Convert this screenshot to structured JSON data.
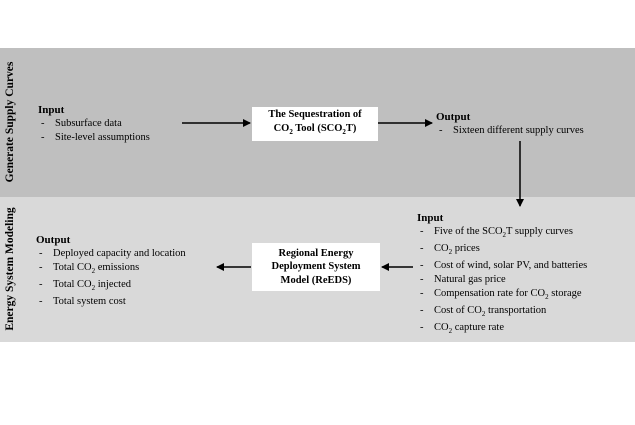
{
  "bands": {
    "top_label": "Generate Supply Curves",
    "bottom_label": "Energy System Modeling"
  },
  "top": {
    "input": {
      "heading": "Input",
      "items": [
        "Subsurface data",
        "Site-level assumptions"
      ]
    },
    "tool_box": {
      "line1": "The Sequestration of",
      "line2_pre": "CO",
      "line2_sub": "2",
      "line2_post": " Tool (SCO",
      "line2_sub2": "2",
      "line2_end": "T)"
    },
    "output": {
      "heading": "Output",
      "items": [
        "Sixteen different supply curves"
      ]
    }
  },
  "bottom": {
    "output": {
      "heading": "Output",
      "items": [
        "Deployed capacity and location",
        "Total CO2 emissions",
        "Total CO2 injected",
        "Total system cost"
      ]
    },
    "reeds_box": {
      "line1": "Regional Energy",
      "line2": "Deployment System",
      "line3": "Model (ReEDS)"
    },
    "input": {
      "heading": "Input",
      "items": [
        "Five of the SCO2T supply curves",
        "CO2 prices",
        "Cost of wind, solar PV, and batteries",
        "Natural gas price",
        "Compensation rate for CO2 storage",
        "Cost of CO2 transportation",
        "CO2 capture rate"
      ]
    }
  },
  "dash": "-"
}
